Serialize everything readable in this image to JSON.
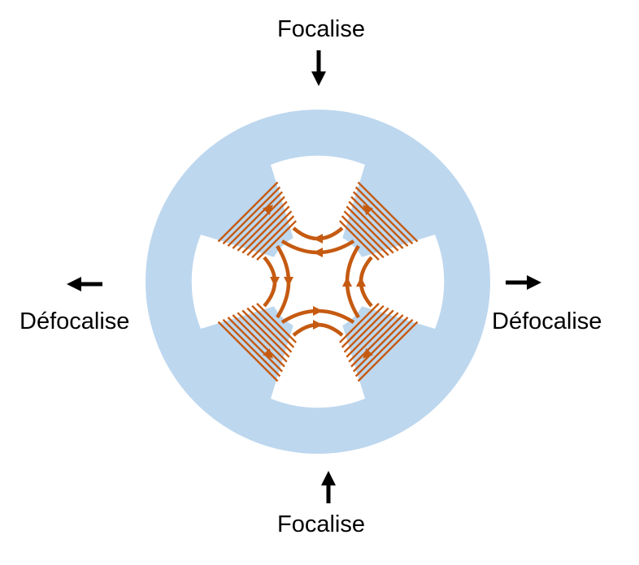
{
  "labels": {
    "top": "Focalise",
    "bottom": "Focalise",
    "left": "Défocalise",
    "right": "Défocalise"
  },
  "colors": {
    "yoke": "#BDD7EE",
    "coil": "#C55A11",
    "arrow": "#000000"
  },
  "icons": [
    "arrow-down-icon",
    "arrow-up-icon",
    "arrow-left-icon",
    "arrow-right-icon"
  ]
}
